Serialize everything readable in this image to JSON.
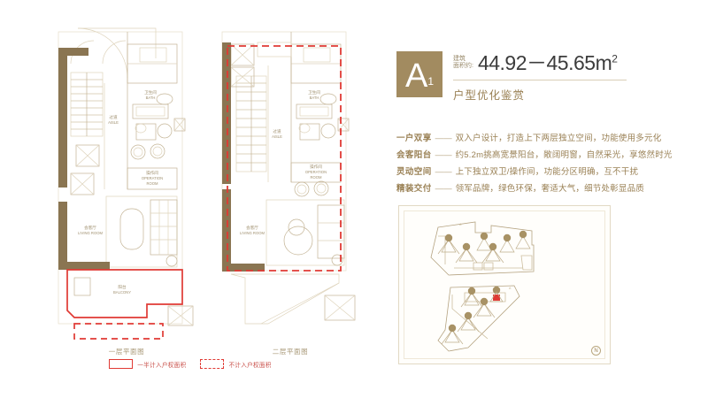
{
  "unit": {
    "badge_letter": "A",
    "badge_sub": "1",
    "badge_color": "#a28b60",
    "area_label_line1": "建筑",
    "area_label_line2": "面积约:",
    "area_value": "44.92－45.65m",
    "area_unit_sup": "2",
    "subtitle": "户型优化鉴赏"
  },
  "features": [
    {
      "key": "一户双享",
      "dash": "——",
      "value": "双入户设计，打造上下两层独立空间，功能使用多元化"
    },
    {
      "key": "会客阳台",
      "dash": "——",
      "value": "约5.2m挑高宽景阳台，敞阔明窗，自然采光，享悠然时光"
    },
    {
      "key": "灵动空间",
      "dash": "——",
      "value": "上下独立双卫/操作间，功能分区明确，互不干扰"
    },
    {
      "key": "精装交付",
      "dash": "——",
      "value": "领军品牌，绿色环保，奢适大气，细节处彰显品质"
    }
  ],
  "plans": [
    {
      "id": "first-floor",
      "caption": "一层平面图",
      "rooms": [
        {
          "cn": "过道",
          "en": "AISLE"
        },
        {
          "cn": "卫生间",
          "en": "BATH"
        },
        {
          "cn": "操作间",
          "en": "OPERATION ROOM"
        },
        {
          "cn": "会客厅",
          "en": "LIVING ROOM"
        },
        {
          "cn": "阳台",
          "en": "BALCONY"
        }
      ]
    },
    {
      "id": "second-floor",
      "caption": "二层平面图",
      "rooms": [
        {
          "cn": "过道",
          "en": "AISLE"
        },
        {
          "cn": "卫生间",
          "en": "BATH"
        },
        {
          "cn": "操作间",
          "en": "OPERATION ROOM"
        },
        {
          "cn": "会客厅",
          "en": "LIVING ROOM"
        }
      ]
    }
  ],
  "legend": [
    {
      "swatch": "solid-red-rect",
      "text": "一半计入户权面积"
    },
    {
      "swatch": "dashed-red-rect",
      "text": "不计入户权面积"
    }
  ],
  "siteplan": {
    "compass": "N",
    "highlight_color": "#e03a34"
  },
  "colors": {
    "wall_dark": "#8a7552",
    "line_tan": "#c3b394",
    "line_light": "#ded3bb",
    "accent_red": "#e03a34",
    "text_gold": "#9a8155",
    "badge": "#a28b60"
  }
}
